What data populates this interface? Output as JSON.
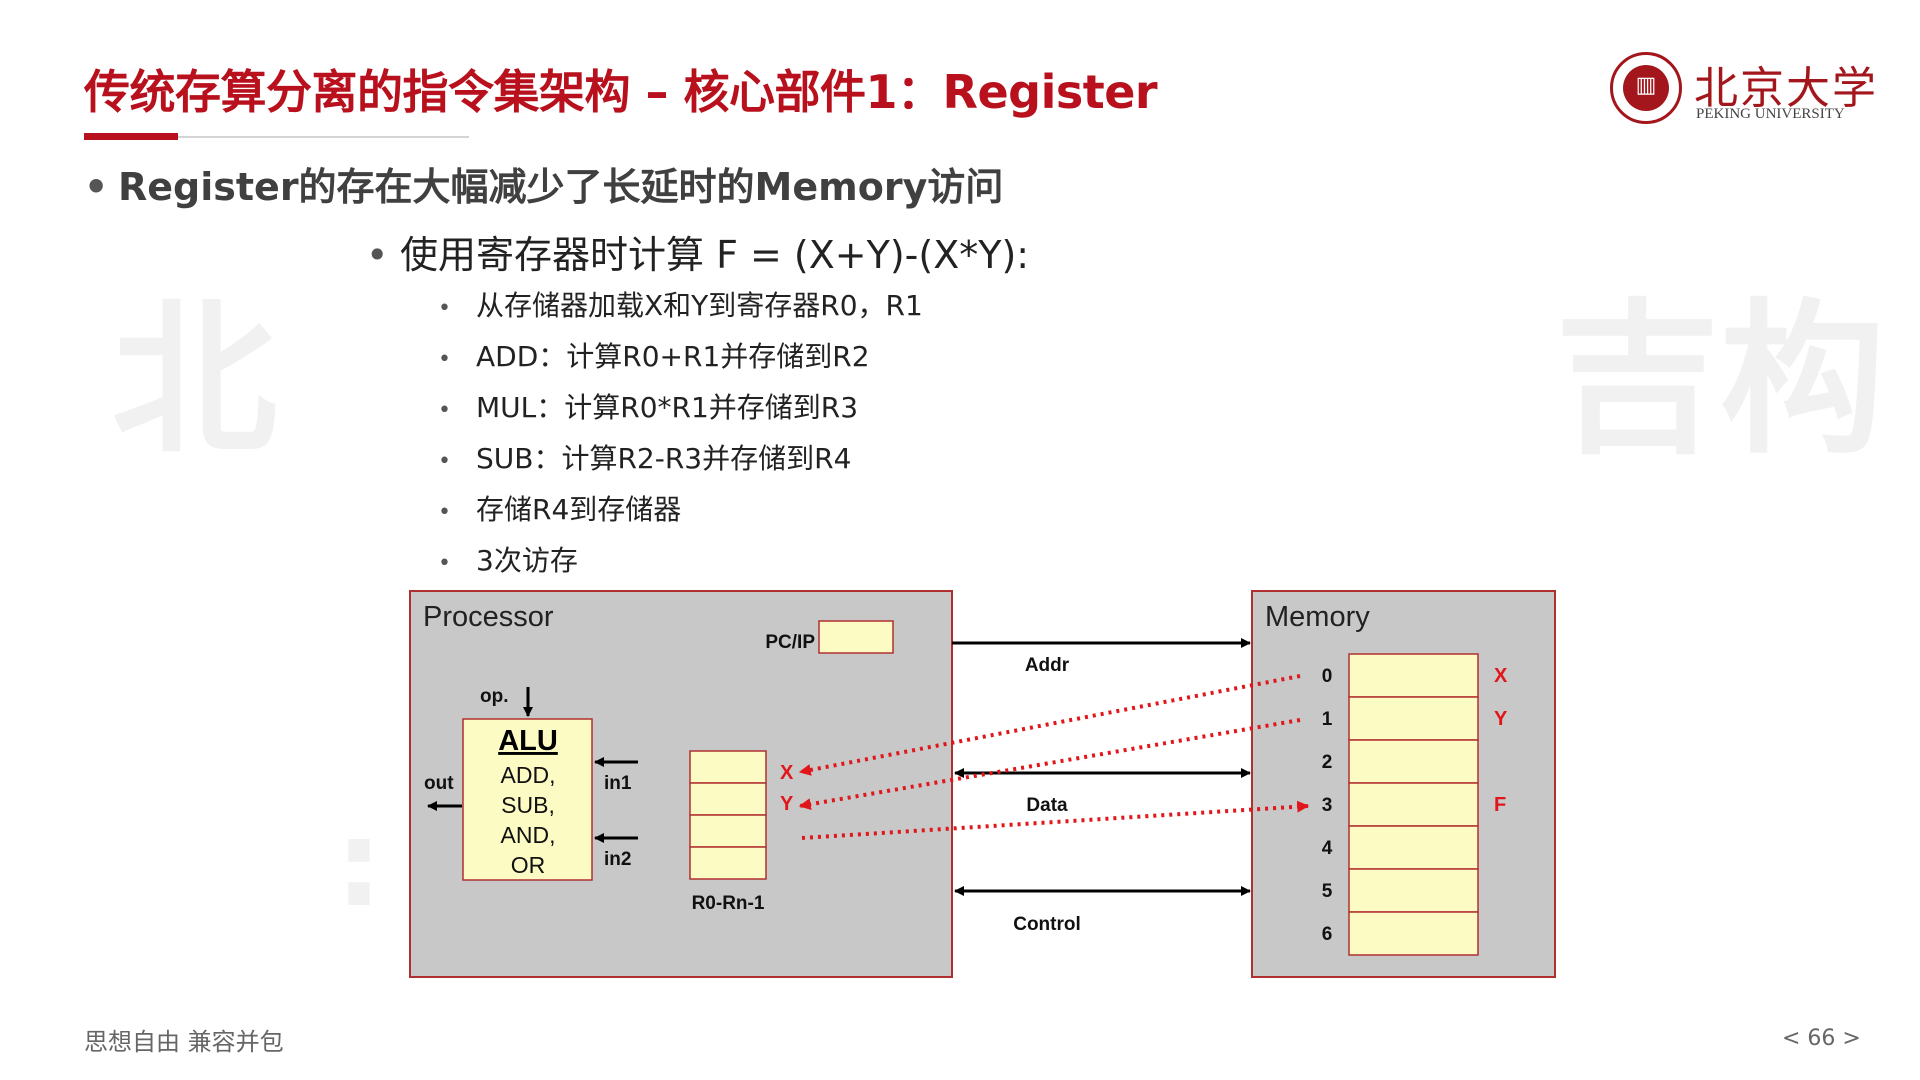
{
  "watermark": {
    "left": "北",
    "right": "吉构",
    "colon": ":"
  },
  "title": "传统存算分离的指令集架构 – 核心部件1：Register",
  "logo": {
    "cn": "北京大学",
    "en": "PEKING UNIVERSITY"
  },
  "bullets": {
    "main": "Register的存在大幅减少了长延时的Memory访问",
    "sub": "使用寄存器时计算 F = (X+Y)-(X*Y):",
    "steps": [
      "从存储器加载X和Y到寄存器R0，R1",
      "ADD：计算R0+R1并存储到R2",
      "MUL：计算R0*R1并存储到R3",
      "SUB：计算R2-R3并存储到R4",
      "存储R4到存储器",
      "3次访存"
    ]
  },
  "diagram": {
    "processor_label": "Processor",
    "memory_label": "Memory",
    "pc_label": "PC/IP",
    "op_label": "op.",
    "alu_title": "ALU",
    "alu_ops": [
      "ADD,",
      "SUB,",
      "AND,",
      "OR"
    ],
    "out_label": "out",
    "in1_label": "in1",
    "in2_label": "in2",
    "regfile_label": "R0-Rn-1",
    "reg_x": "X",
    "reg_y": "Y",
    "bus_addr": "Addr",
    "bus_data": "Data",
    "bus_control": "Control",
    "mem_addresses": [
      "0",
      "1",
      "2",
      "3",
      "4",
      "5",
      "6"
    ],
    "mem_vars": {
      "0": "X",
      "1": "Y",
      "3": "F"
    },
    "colors": {
      "box_fill": "#c8c8c8",
      "box_stroke": "#b03030",
      "cell_fill": "#fdfbc4",
      "red": "#e0161b",
      "title_red": "#b8111d"
    }
  },
  "footer": {
    "slogan": "思想自由 兼容并包",
    "page": "< 66 >"
  }
}
